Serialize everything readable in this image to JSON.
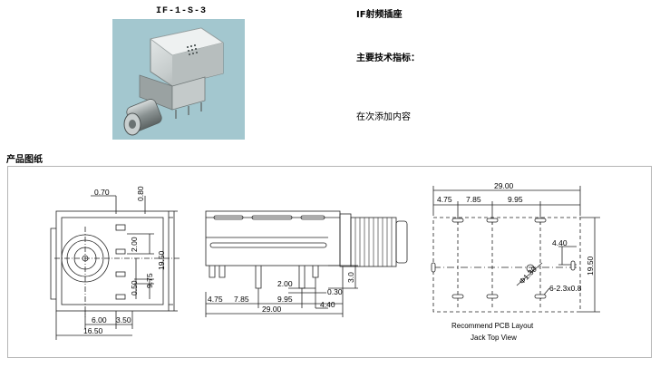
{
  "header": {
    "product_code": "IF-1-S-3",
    "product_name": "IF射频插座",
    "spec_heading": "主要技术指标：",
    "spec_body": "在次添加内容"
  },
  "section": {
    "drawing_label": "产品图纸"
  },
  "drawings": {
    "front_view": {
      "dims": [
        "0.70",
        "0.80",
        "2.00",
        "19.50",
        "9.75",
        "0.50",
        "6.00",
        "3.50",
        "16.50"
      ]
    },
    "side_view": {
      "dims": [
        "2.00",
        "0.30",
        "4.75",
        "7.85",
        "9.95",
        "4.40",
        "29.00",
        "3.0"
      ]
    },
    "pcb_layout": {
      "dims": [
        "29.00",
        "4.75",
        "7.85",
        "9.95",
        "4.40",
        "19.50",
        "Φ1.30",
        "6-2.3x0.8"
      ],
      "caption_line1": "Recommend PCB Layout",
      "caption_line2": "Jack Top View"
    }
  },
  "colors": {
    "photo_bg": "#a3c7cf",
    "line": "#222222",
    "frame": "#b5b5b5"
  }
}
